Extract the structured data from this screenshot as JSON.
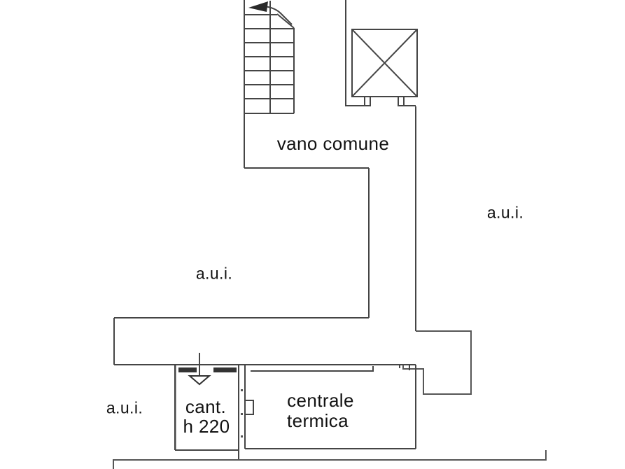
{
  "plan": {
    "background": "#ffffff",
    "wall_color": "#454545",
    "text_color": "#121212",
    "labels": {
      "common_area": "vano comune",
      "aui_upper_right": "a.u.i.",
      "aui_middle_left": "a.u.i.",
      "aui_lower_left": "a.u.i.",
      "cellar_name": "cant.",
      "cellar_height": "h 220",
      "thermal_line1": "centrale",
      "thermal_line2": "termica"
    }
  }
}
